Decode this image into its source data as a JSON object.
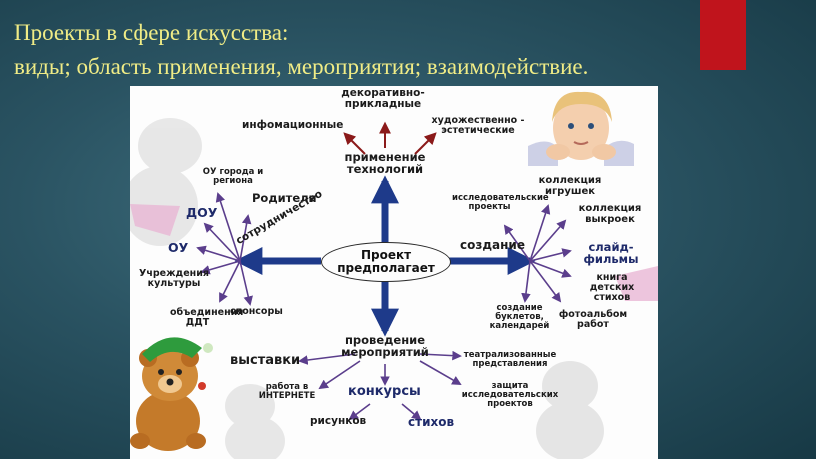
{
  "slide": {
    "title_line1": "Проекты в сфере искусства:",
    "title_line2": "виды; область применения, мероприятия; взаимодействие."
  },
  "colors": {
    "title": "#f0ec86",
    "accent": "#c0141c",
    "arrow_blue": "#1e3a8a",
    "arrow_purple": "#5b3e8c",
    "arrow_red": "#8b1a1a"
  },
  "diagram": {
    "center": "Проект предполагает",
    "technology": {
      "label": "применение технологий",
      "items": [
        "декоративно-прикладные",
        "инфомационные",
        "художественно - эстетические"
      ]
    },
    "cooperation": {
      "label": "сотрудничество",
      "items": [
        "ОУ города и региона",
        "Родители",
        "ДОУ",
        "ОУ",
        "Учреждения культуры",
        "объединения ДДТ",
        "спонсоры"
      ]
    },
    "creation": {
      "label": "создание",
      "items": [
        "исследовательские проекты",
        "коллекция игрушек",
        "коллекция выкроек",
        "слайд-фильмы",
        "книга детских стихов",
        "фотоальбом работ",
        "создание буклетов, календарей"
      ]
    },
    "events": {
      "label": "проведение мероприятий",
      "items": [
        "выставки",
        "работа в ИНТЕРНЕТЕ",
        "конкурсы",
        "театрализованные представления",
        "защита исследовательских проектов"
      ],
      "contest_items": [
        "рисунков",
        "стихов"
      ]
    }
  },
  "images": [
    "teddy-bear-illustration",
    "child-photo"
  ]
}
